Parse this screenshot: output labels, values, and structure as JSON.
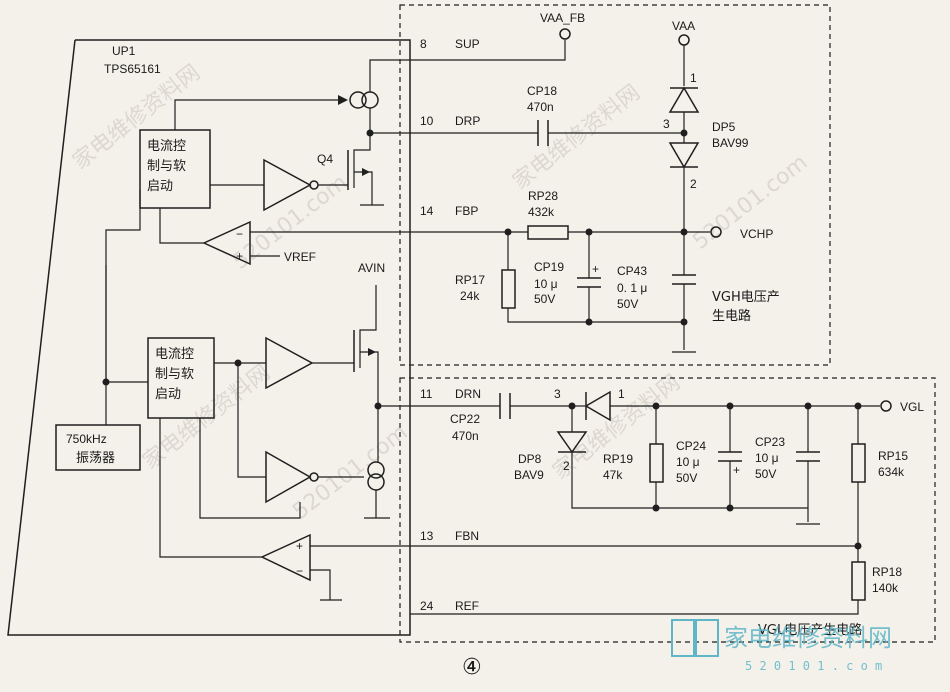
{
  "ic": {
    "ref": "UP1",
    "part": "TPS65161"
  },
  "blocks": {
    "ctrl_top": [
      "电流控",
      "制与软",
      "启动"
    ],
    "ctrl_bot": [
      "电流控",
      "制与软",
      "启动"
    ],
    "osc": [
      "750kHz",
      "振荡器"
    ]
  },
  "pins": [
    {
      "num": "8",
      "name": "SUP"
    },
    {
      "num": "10",
      "name": "DRP"
    },
    {
      "num": "14",
      "name": "FBP"
    },
    {
      "num": "11",
      "name": "DRN"
    },
    {
      "num": "13",
      "name": "FBN"
    },
    {
      "num": "24",
      "name": "REF"
    }
  ],
  "nets": {
    "vaa_fb": "VAA_FB",
    "vaa": "VAA",
    "vchp": "VCHP",
    "vgl": "VGL",
    "vref": "VREF",
    "avin": "AVIN"
  },
  "transistor": "Q4",
  "components": {
    "cp18": [
      "CP18",
      "470n"
    ],
    "dp5": [
      "DP5",
      "BAV99"
    ],
    "rp28": [
      "RP28",
      "432k"
    ],
    "rp17": [
      "RP17",
      "24k"
    ],
    "cp19": [
      "CP19",
      "10 μ",
      "50V"
    ],
    "cp43": [
      "CP43",
      "0. 1 μ",
      "50V"
    ],
    "cp22": [
      "CP22",
      "470n"
    ],
    "dp8": [
      "DP8",
      "BAV9"
    ],
    "rp19": [
      "RP19",
      "47k"
    ],
    "cp24": [
      "CP24",
      "10 μ",
      "50V"
    ],
    "cp23": [
      "CP23",
      "10 μ",
      "50V"
    ],
    "rp15": [
      "RP15",
      "634k"
    ],
    "rp18": [
      "RP18",
      "140k"
    ]
  },
  "diode_pins": {
    "dp5_1": "1",
    "dp5_3": "3",
    "dp5_2": "2",
    "dp8_3": "3",
    "dp8_1": "1",
    "dp8_2": "2"
  },
  "circuits": {
    "vgh": [
      "VGH电压产",
      "生电路"
    ],
    "vgl": "VGL电压产生电路"
  },
  "figure_no": "④",
  "watermark": {
    "site": "家电维修资料网",
    "url": "520101.com",
    "logo_cn": "家电维修资料网",
    "logo_url": "5 2 0 1 0 1 . c o m"
  }
}
